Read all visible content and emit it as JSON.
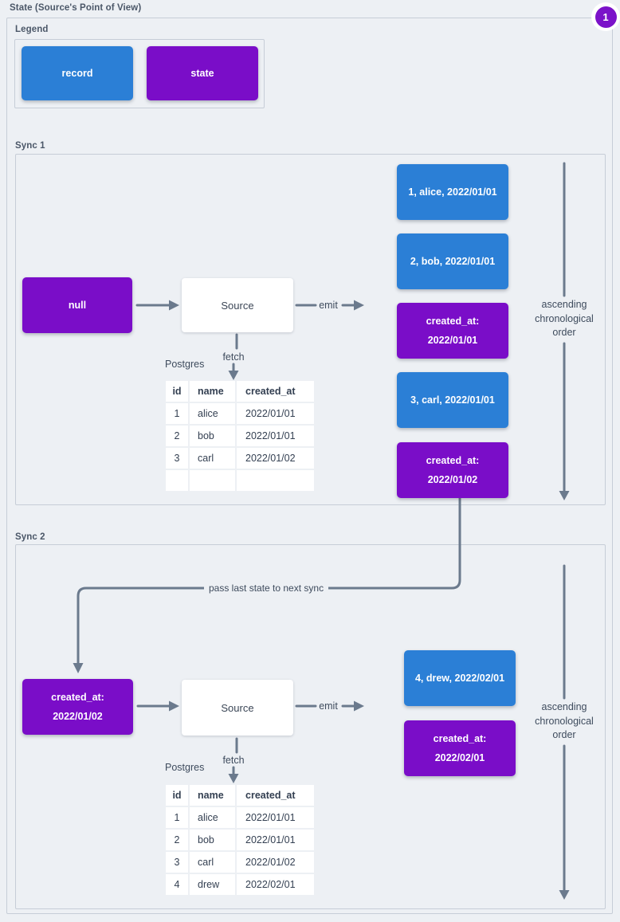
{
  "page": {
    "title": "State (Source's Point of View)",
    "badge": "1"
  },
  "colors": {
    "record": "#2b7fd6",
    "state": "#7a0dc8",
    "line": "#6b7a8d",
    "background": "#edf0f4"
  },
  "legend": {
    "label": "Legend",
    "items": [
      {
        "label": "record"
      },
      {
        "label": "state"
      }
    ]
  },
  "sync1": {
    "label": "Sync 1",
    "input_state": "null",
    "source": "Source",
    "emit": "emit",
    "fetch": "fetch",
    "db": "Postgres",
    "order": "ascending\nchronological\norder",
    "table": {
      "headers": [
        "id",
        "name",
        "created_at"
      ],
      "rows": [
        [
          "1",
          "alice",
          "2022/01/01"
        ],
        [
          "2",
          "bob",
          "2022/01/01"
        ],
        [
          "3",
          "carl",
          "2022/01/02"
        ],
        [
          "",
          "",
          ""
        ]
      ]
    },
    "emitted": [
      {
        "type": "record",
        "text": "1, alice, 2022/01/01"
      },
      {
        "type": "record",
        "text": "2, bob, 2022/01/01"
      },
      {
        "type": "state",
        "text": "created_at:\n2022/01/01"
      },
      {
        "type": "record",
        "text": "3, carl, 2022/01/01"
      },
      {
        "type": "state",
        "text": "created_at:\n2022/01/02"
      }
    ]
  },
  "connector": {
    "label": "pass last state to next sync"
  },
  "sync2": {
    "label": "Sync 2",
    "input_state": "created_at:\n2022/01/02",
    "source": "Source",
    "emit": "emit",
    "fetch": "fetch",
    "db": "Postgres",
    "order": "ascending\nchronological\norder",
    "table": {
      "headers": [
        "id",
        "name",
        "created_at"
      ],
      "rows": [
        [
          "1",
          "alice",
          "2022/01/01"
        ],
        [
          "2",
          "bob",
          "2022/01/01"
        ],
        [
          "3",
          "carl",
          "2022/01/02"
        ],
        [
          "4",
          "drew",
          "2022/02/01"
        ]
      ]
    },
    "emitted": [
      {
        "type": "record",
        "text": "4, drew, 2022/02/01"
      },
      {
        "type": "state",
        "text": "created_at:\n2022/02/01"
      }
    ]
  }
}
